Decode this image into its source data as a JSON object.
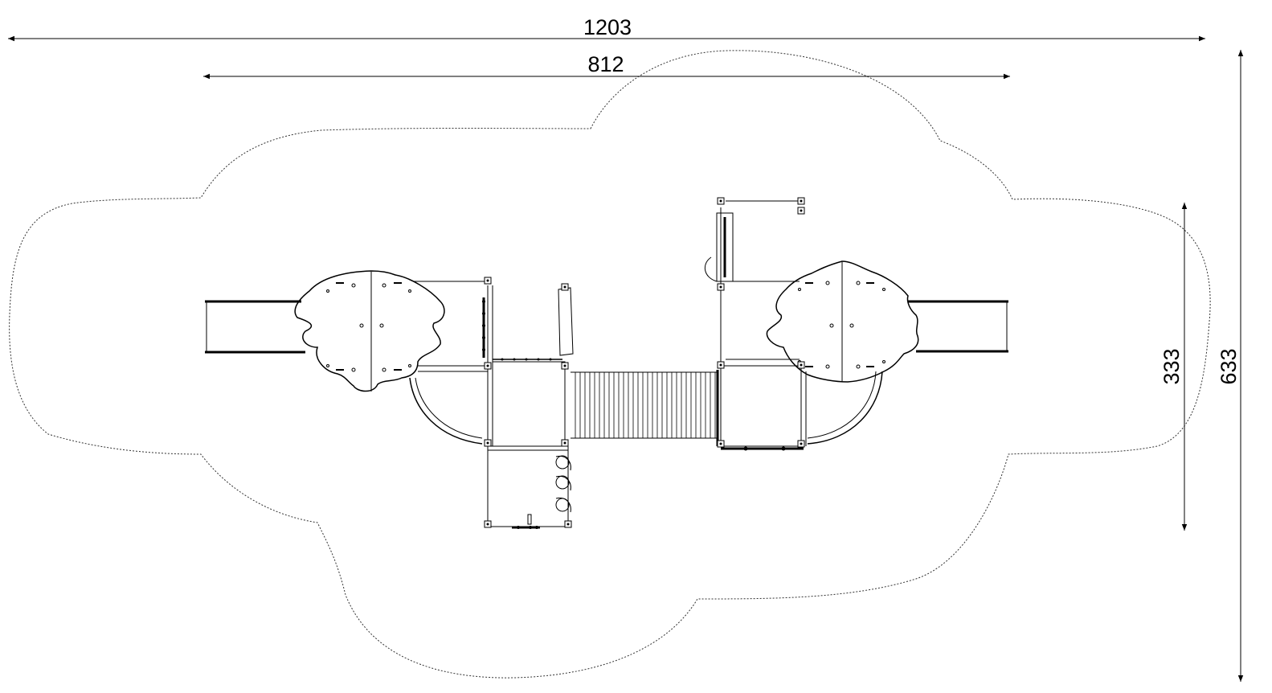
{
  "dimensions": {
    "overall_width": "1203",
    "structure_width": "812",
    "structure_depth": "333",
    "overall_depth": "633"
  },
  "colors": {
    "ink": "#000000",
    "background": "#ffffff",
    "safety_zone": "#333333"
  }
}
